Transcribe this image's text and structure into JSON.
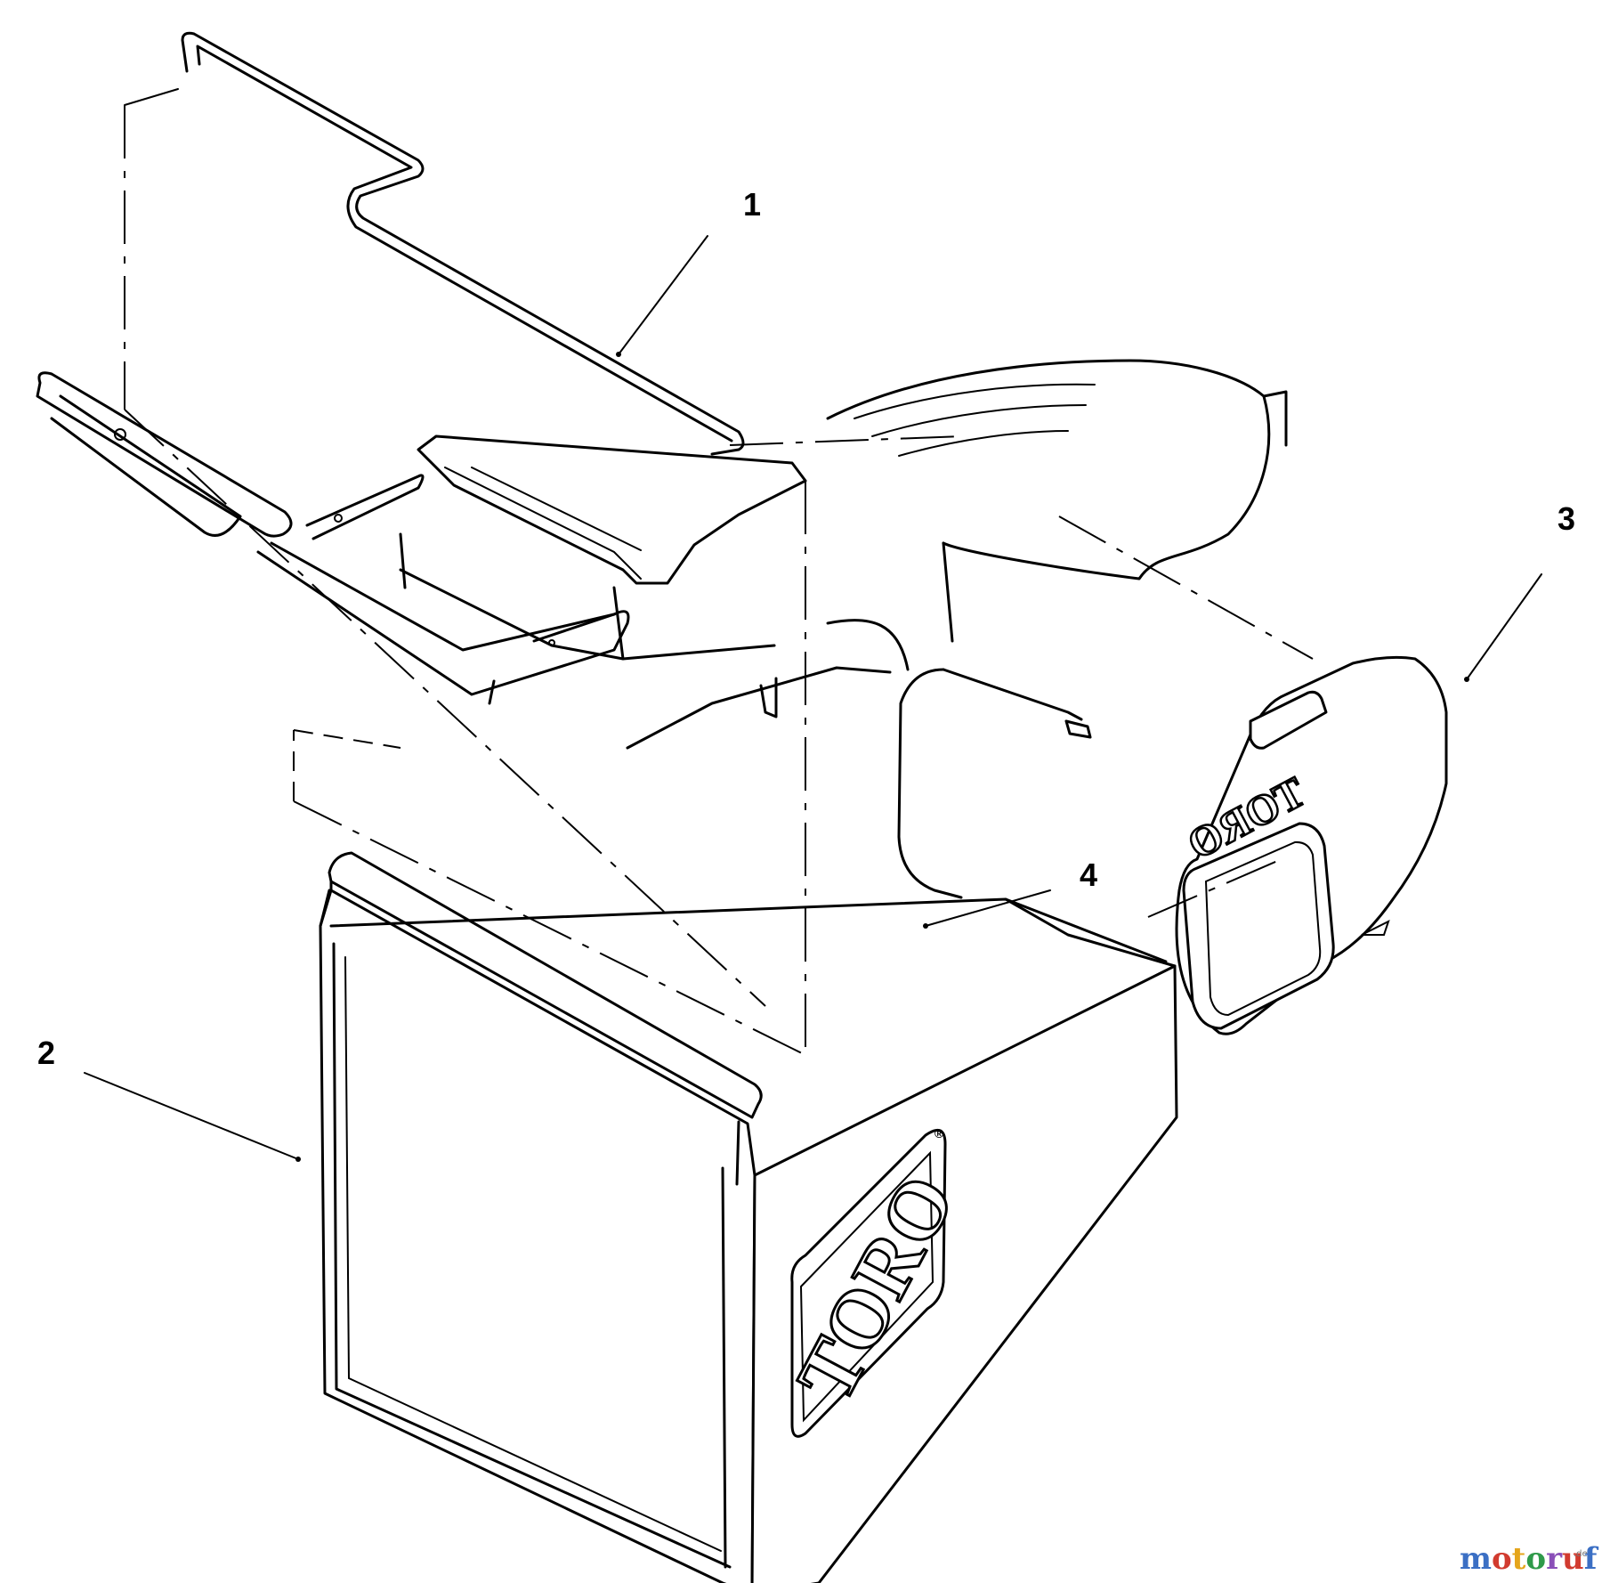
{
  "callouts": [
    {
      "label": "1"
    },
    {
      "label": "2"
    },
    {
      "label": "3"
    },
    {
      "label": "4"
    }
  ],
  "brand": {
    "logo_text": "TORO",
    "registered_mark": "®"
  },
  "watermark": {
    "text": "motoruf",
    "suffix": ".de",
    "colors": [
      "#3b6fc4",
      "#d13b2f",
      "#e5a51c",
      "#2f9a4a",
      "#8a4fb8",
      "#d13b2f",
      "#3b6fc4"
    ]
  }
}
